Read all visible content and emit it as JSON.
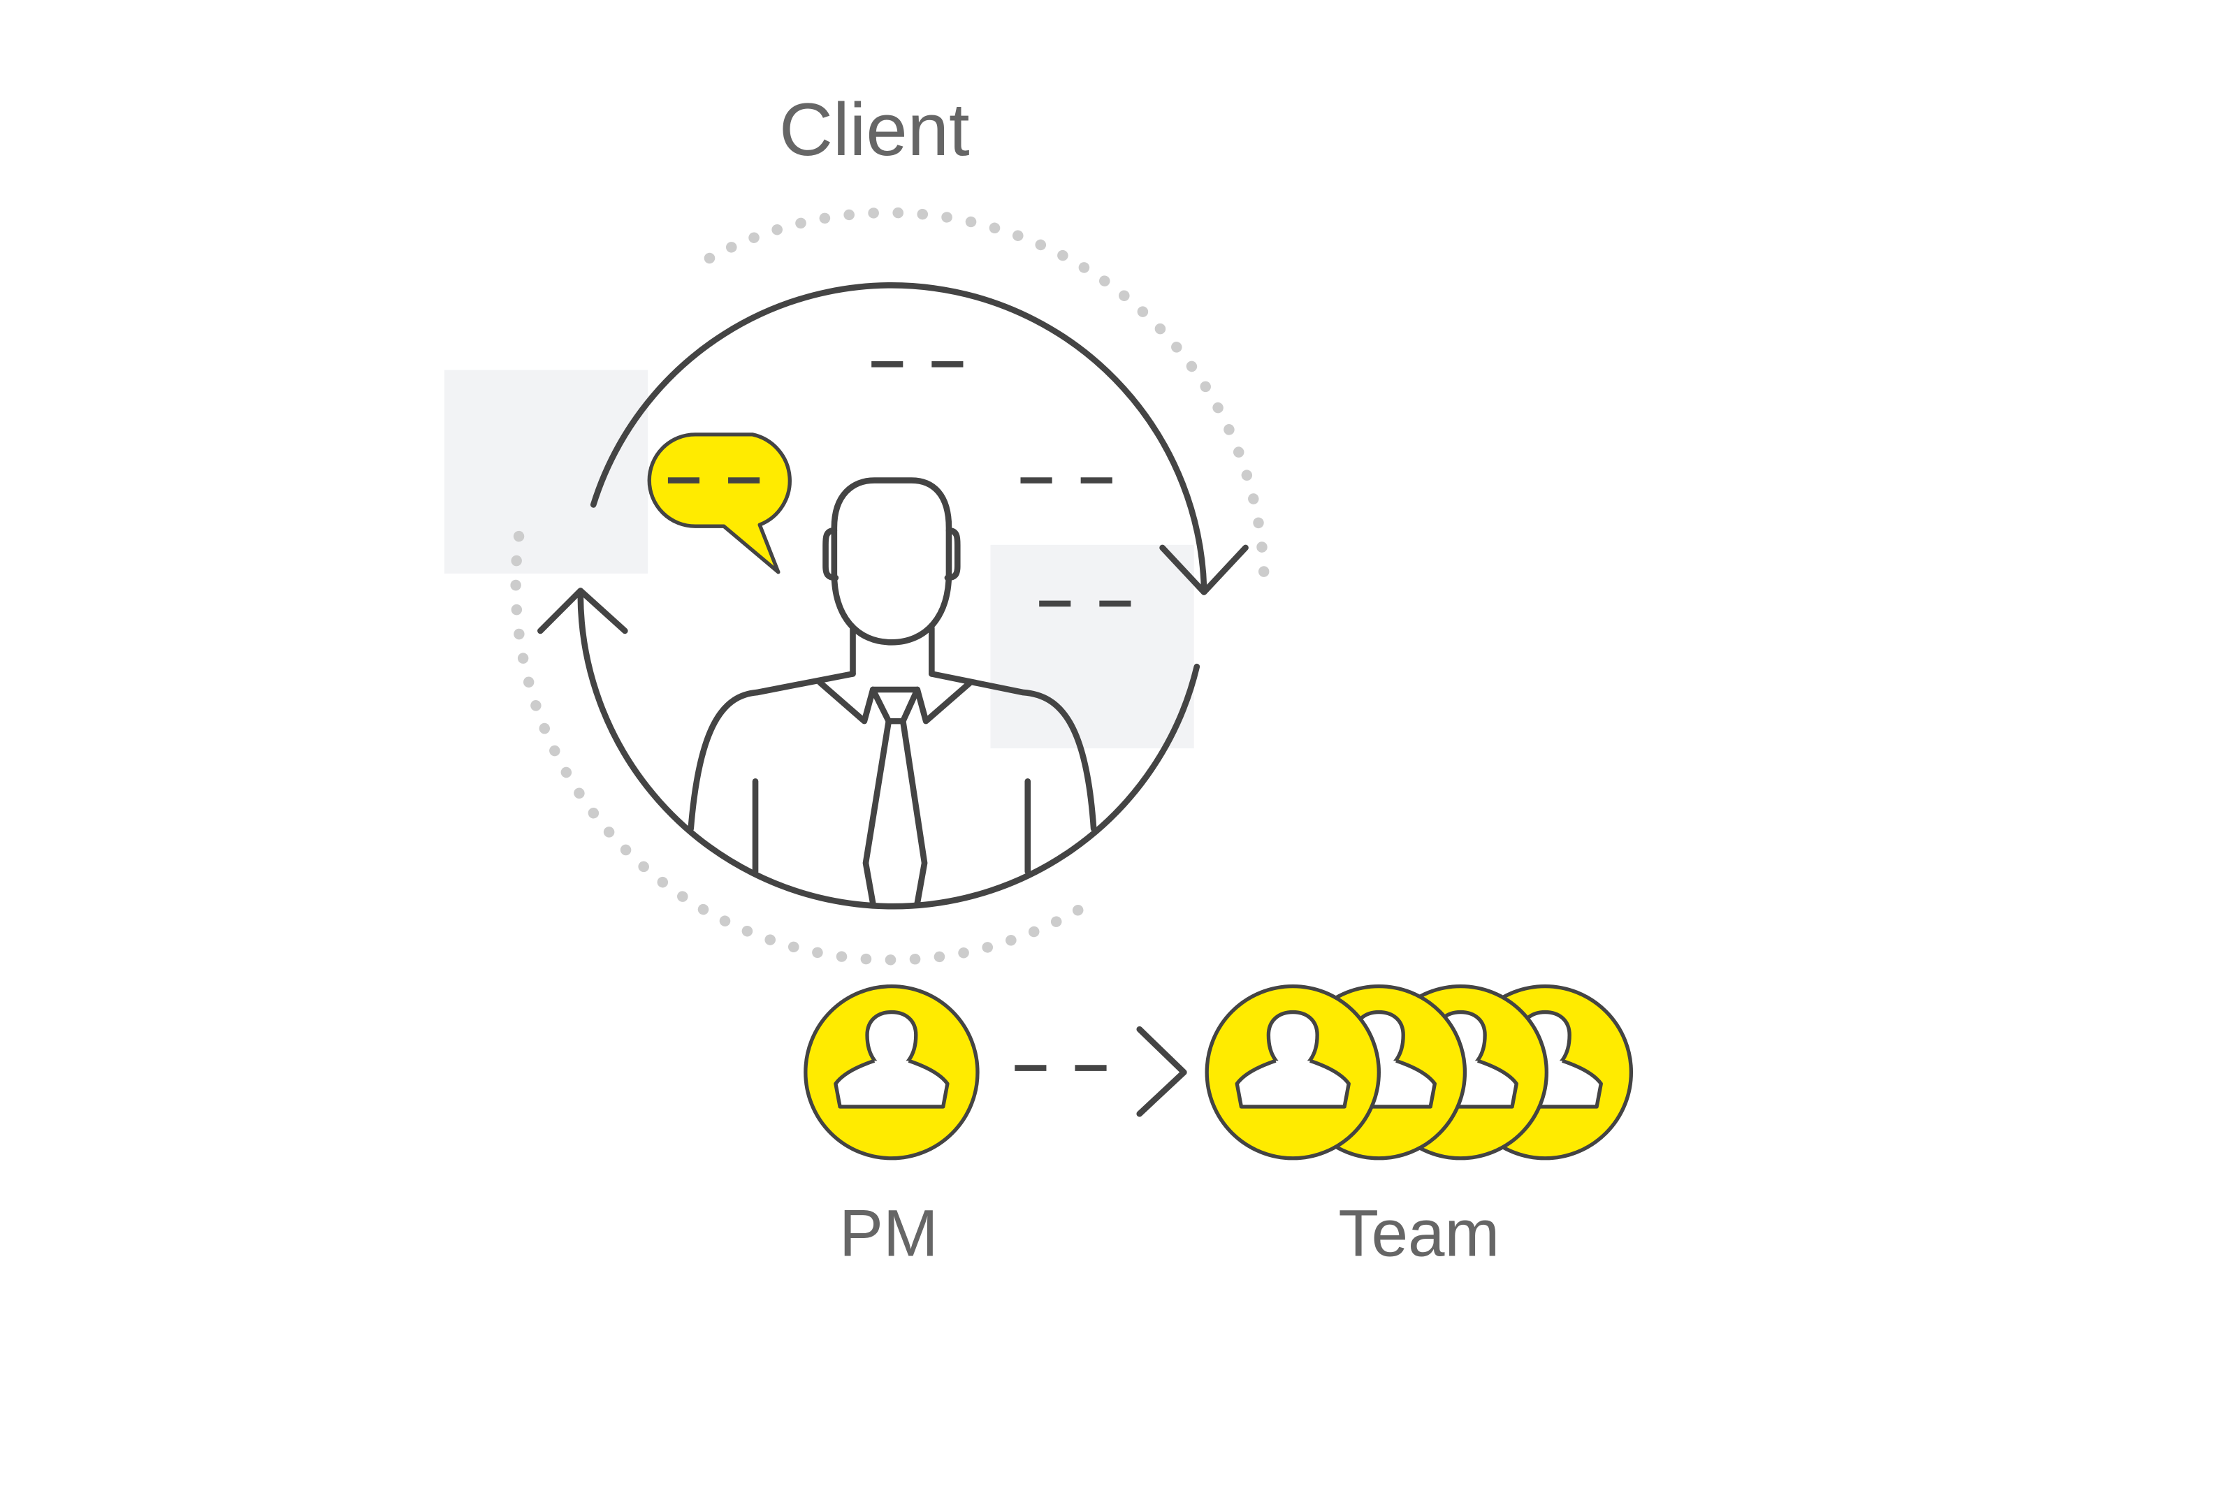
{
  "labels": {
    "client": "Client",
    "pm": "PM",
    "team": "Team"
  },
  "colors": {
    "accent": "#FFEB00",
    "stroke": "#444444",
    "label_text": "#666666",
    "panel": "#F2F3F5",
    "dotted_ring": "#CCCCCC"
  },
  "icons": {
    "client_figure": "businessman-icon",
    "speech": "speech-bubble-icon",
    "pm": "user-avatar-icon",
    "team": "user-avatar-icon"
  },
  "team_member_count": 4
}
